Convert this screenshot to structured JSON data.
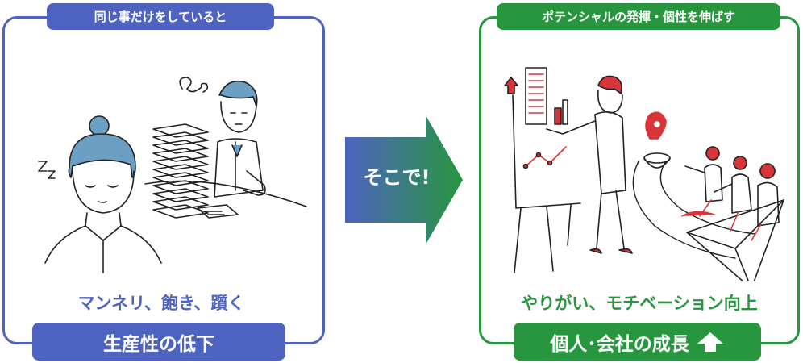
{
  "left": {
    "top_tag": "同じ事だけをしていると",
    "caption": "マンネリ、飽き、躓く",
    "bottom_tag": "生産性の低下",
    "color": "#4e63c0"
  },
  "arrow": {
    "label": "そこで!",
    "gradient_start": "#4e63c0",
    "gradient_end": "#27963f"
  },
  "right": {
    "top_tag": "ポテンシャルの発揮・個性を伸ばす",
    "caption": "やりがい、モチベーション向上",
    "bottom_tag": "個人･会社の成長",
    "bottom_icon": "up-arrow-icon",
    "color": "#27963f"
  },
  "accents": {
    "hair_blue": "#6b9fc4",
    "red": "#d9343a",
    "line": "#222222"
  }
}
